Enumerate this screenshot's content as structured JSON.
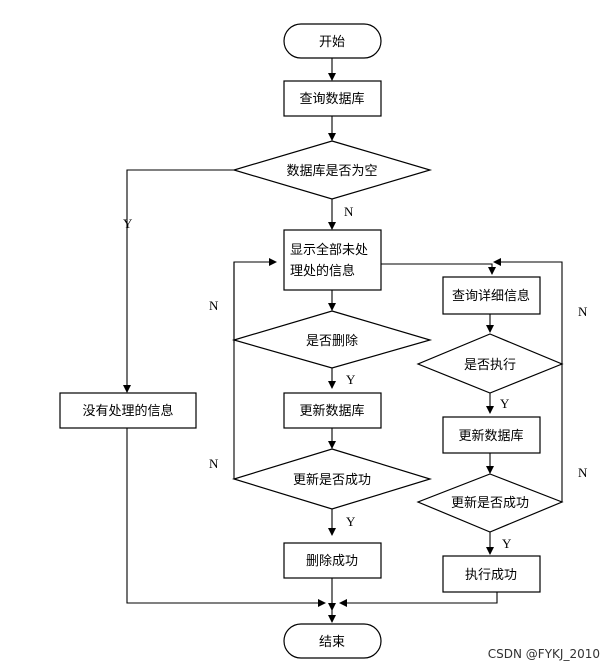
{
  "nodes": {
    "start": "开始",
    "query_db": "查询数据库",
    "db_empty": "数据库是否为空",
    "no_info": "没有处理的信息",
    "show_all_line1": "显示全部未处",
    "show_all_line2": "理处的信息",
    "delete_q": "是否删除",
    "update_db_left": "更新数据库",
    "update_ok_left": "更新是否成功",
    "delete_ok": "删除成功",
    "query_detail": "查询详细信息",
    "execute_q": "是否执行",
    "update_db_right": "更新数据库",
    "update_ok_right": "更新是否成功",
    "execute_ok": "执行成功",
    "end": "结束"
  },
  "edge_labels": {
    "empty_yes": "Y",
    "empty_no": "N",
    "delete_no": "N",
    "delete_yes": "Y",
    "update_left_no": "N",
    "update_left_yes": "Y",
    "execute_no": "N",
    "execute_yes": "Y",
    "update_right_no": "N",
    "update_right_yes": "Y"
  },
  "watermark": "CSDN @FYKJ_2010"
}
